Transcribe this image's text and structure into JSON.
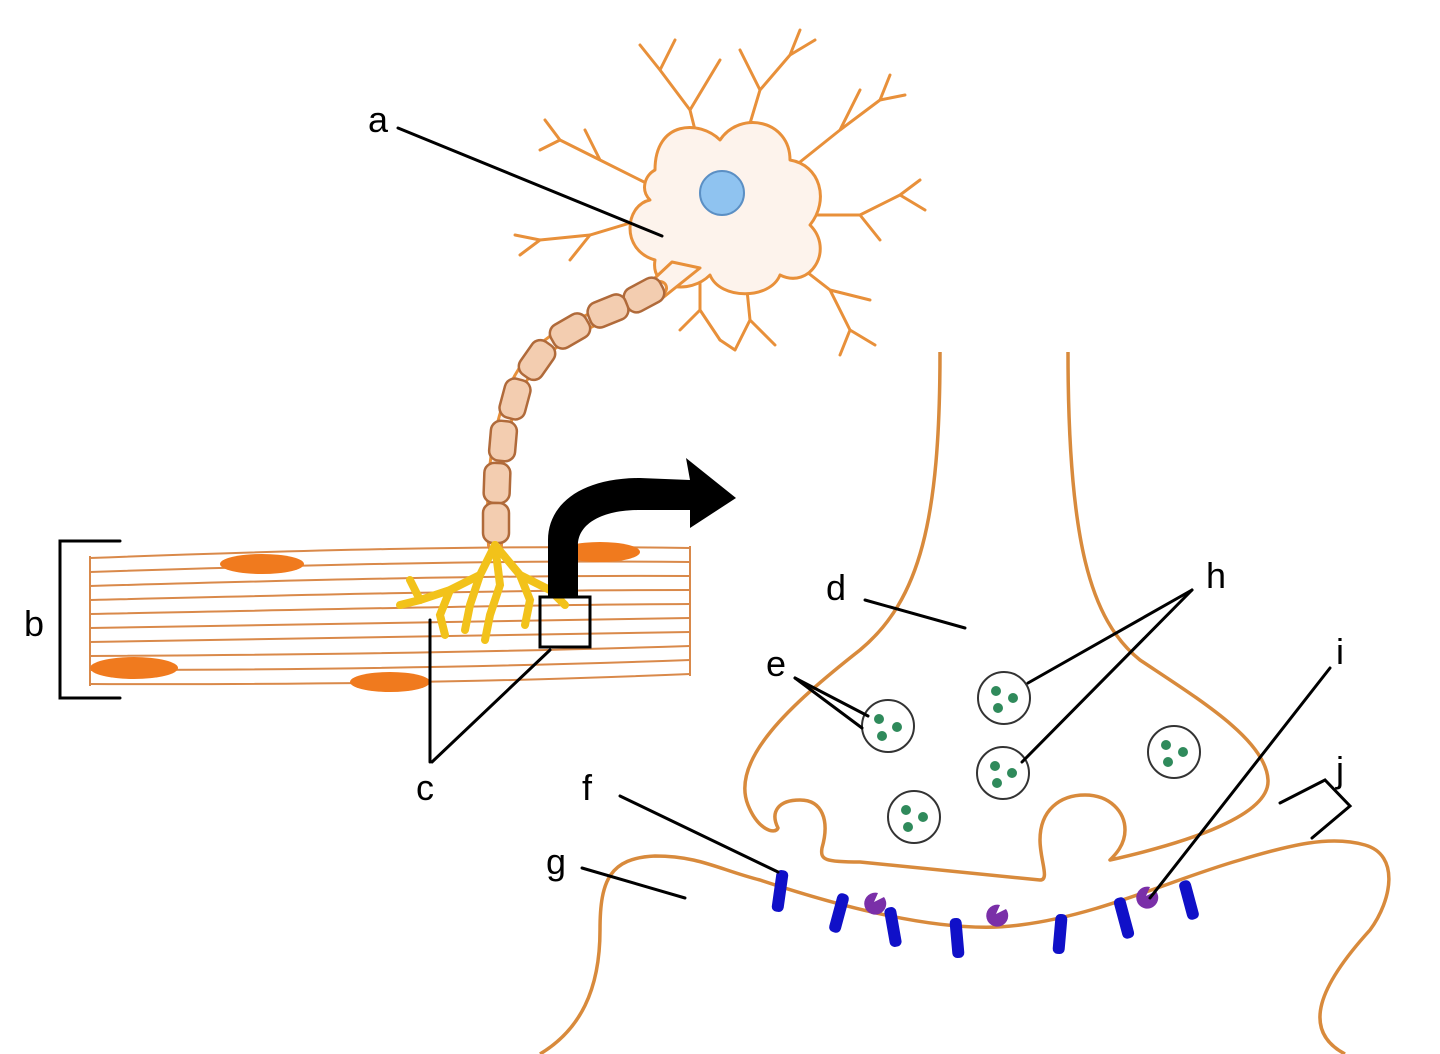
{
  "labels": {
    "a": "a",
    "b": "b",
    "c": "c",
    "d": "d",
    "e": "e",
    "f": "f",
    "g": "g",
    "h": "h",
    "i": "i",
    "j": "j"
  },
  "colors": {
    "neuron_outline": "#e8903a",
    "neuron_fill": "#fdf3ec",
    "nucleus": "#8fc3f0",
    "muscle_nucleus": "#f07a1e",
    "axon_terminal_branches": "#f2c21a",
    "membrane": "#d88a3c",
    "vesicle_contents": "#2f8a5b",
    "receptor": "#1010c8",
    "enzyme": "#7a2fa8",
    "arrow": "#000000"
  }
}
